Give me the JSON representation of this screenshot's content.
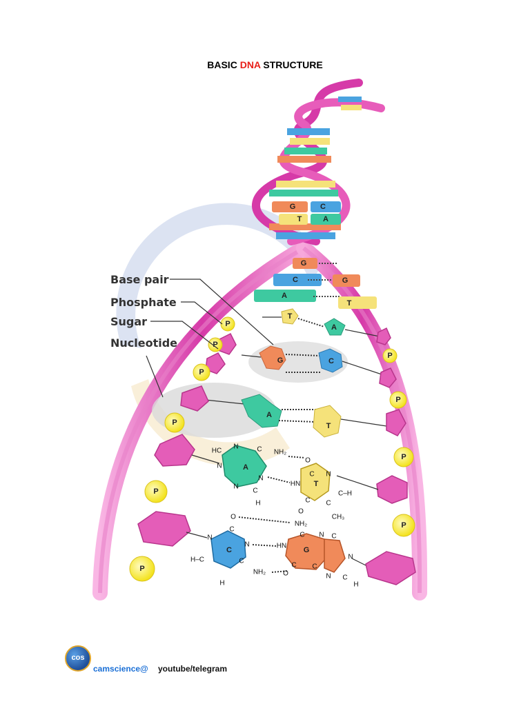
{
  "title": {
    "prefix": "BASIC ",
    "highlight": "DNA",
    "suffix": " STRUCTURE"
  },
  "labels": {
    "base_pair": "Base pair",
    "phosphate": "Phosphate",
    "sugar": "Sugar",
    "nucleotide": "Nucleotide"
  },
  "phosphate_symbol": "P",
  "helix_bases": [
    {
      "left": "G",
      "right": "C"
    },
    {
      "left": "T",
      "right": "A"
    }
  ],
  "ladder_bases": [
    {
      "left": "G",
      "right": ""
    },
    {
      "left": "C",
      "right": "G"
    },
    {
      "left": "A",
      "right": "T"
    },
    {
      "left": "T",
      "right": "A"
    },
    {
      "left": "G",
      "right": "C"
    },
    {
      "left": "A",
      "right": "T"
    }
  ],
  "molecule_pairs": [
    {
      "left": "A",
      "right": "T"
    },
    {
      "left": "C",
      "right": "G"
    }
  ],
  "atoms": {
    "hc": "HC",
    "n": "N",
    "c": "C",
    "h": "H",
    "o": "O",
    "nh2": "NH₂",
    "hn": "HN",
    "ch3": "CH₃",
    "ch": "C–H",
    "hc2": "H–C"
  },
  "colors": {
    "backbone": "#d63aa8",
    "pentagon": "#e45db8",
    "phosphate": "#f7e93a",
    "adenine": "#3ec9a0",
    "thymine": "#f5e27a",
    "guanine": "#f08a5a",
    "cytosine": "#4aa3e0",
    "title_accent": "#e8201a",
    "handle": "#1a6fd6"
  },
  "footer": {
    "logo_text": "cos",
    "handle": "camscience@",
    "channel": "youtube/telegram"
  }
}
